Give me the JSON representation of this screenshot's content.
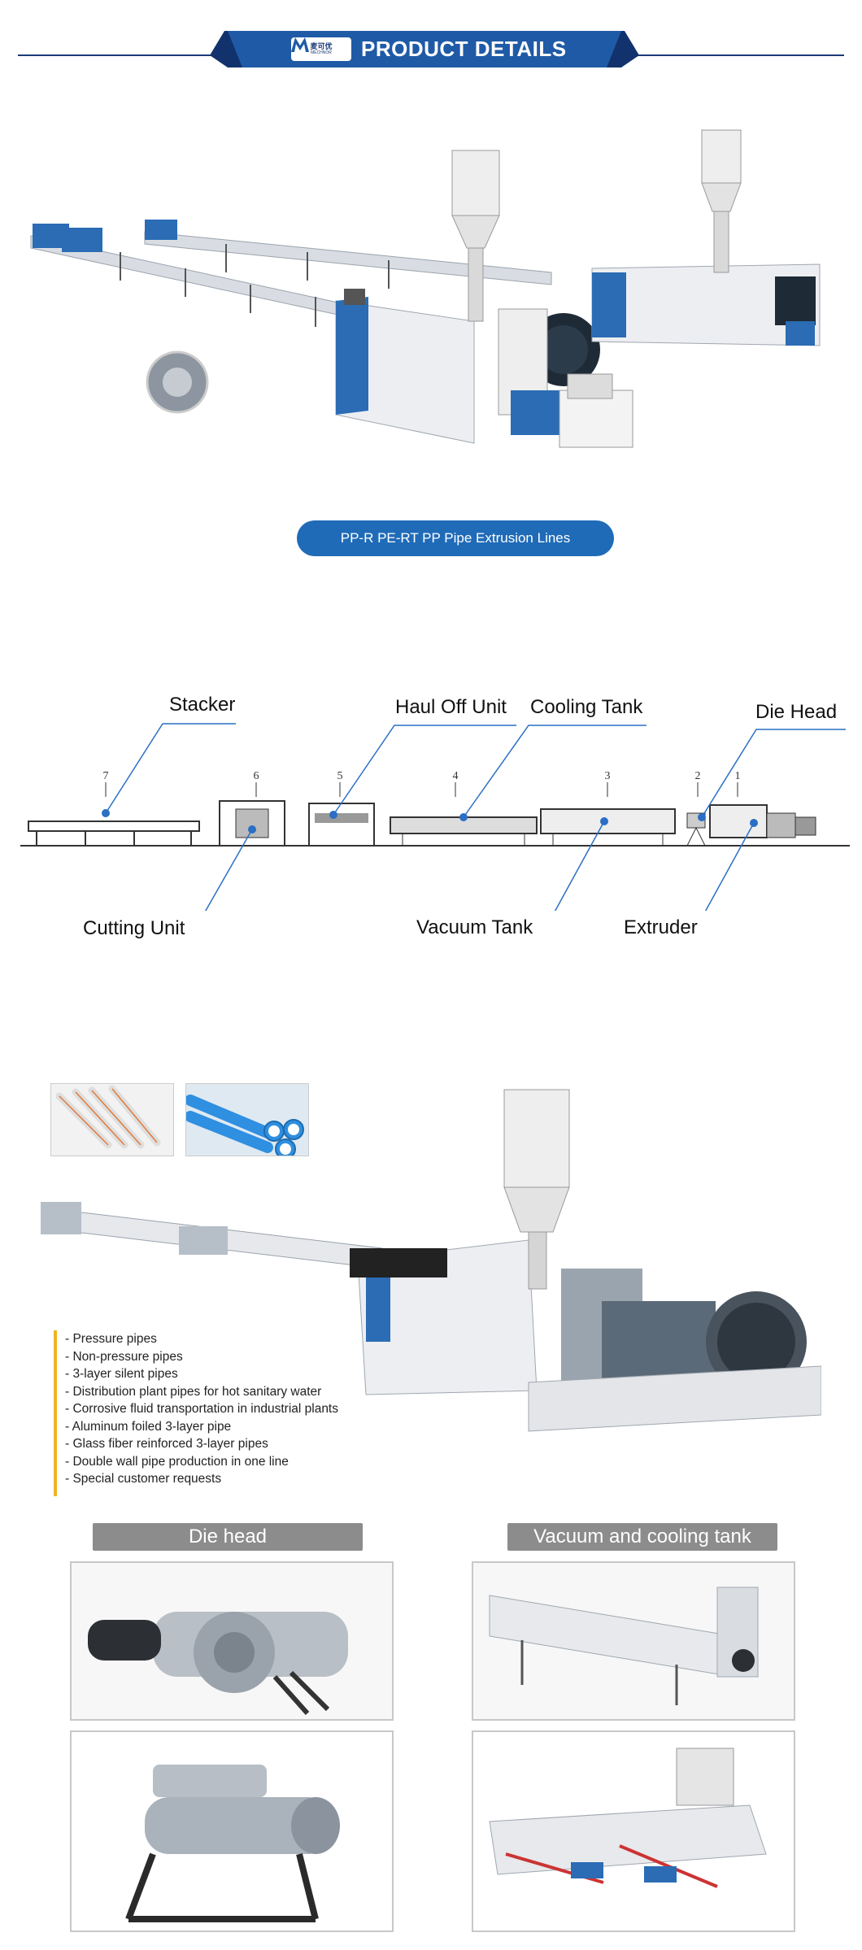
{
  "header": {
    "title": "PRODUCT DETAILS",
    "logo_cn": "麦可优",
    "logo_en": "MECHNOR",
    "band_color": "#1f5aa6",
    "dark_color": "#12326e"
  },
  "hero": {
    "caption": "PP-R PE-RT PP Pipe Extrusion Lines"
  },
  "diagram": {
    "labels": {
      "stacker": "Stacker",
      "haul_off": "Haul Off Unit",
      "cooling_tank": "Cooling Tank",
      "die_head": "Die Head",
      "cutting_unit": "Cutting Unit",
      "vacuum_tank": "Vacuum Tank",
      "extruder": "Extruder"
    },
    "numbers": [
      "7",
      "6",
      "5",
      "4",
      "3",
      "2",
      "1"
    ],
    "line_color": "#2a6fc4"
  },
  "applications": [
    "- Pressure pipes",
    "- Non-pressure pipes",
    "- 3-layer silent pipes",
    "- Distribution plant pipes for hot sanitary water",
    "- Corrosive fluid transportation in industrial plants",
    "- Aluminum foiled 3-layer pipe",
    "- Glass fiber reinforced 3-layer pipes",
    "- Double wall pipe production in one line",
    "- Special customer requests"
  ],
  "sections": {
    "die_head": "Die head",
    "vacuum_cooling": "Vacuum and cooling tank"
  }
}
